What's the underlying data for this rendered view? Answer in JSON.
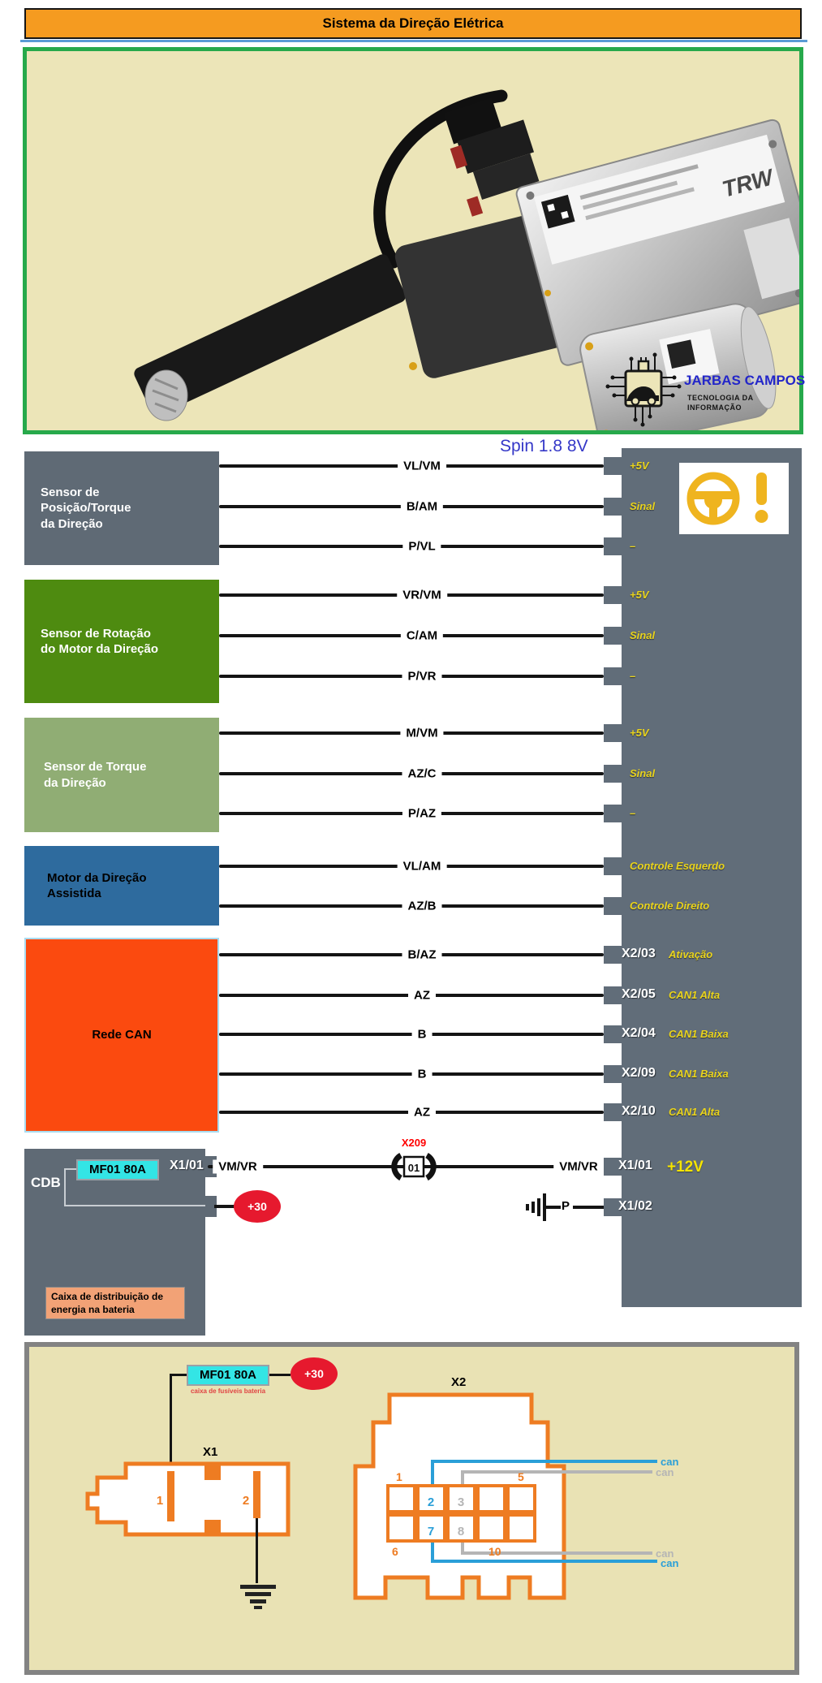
{
  "title": "Sistema da Direção Elétrica",
  "vehicle": "Spin 1.8 8V",
  "logo": {
    "name": "JARBAS CAMPOS",
    "line1": "TECNOLOGIA DA",
    "line2": "INFORMAÇÃO"
  },
  "photo": {
    "brand": "TRW"
  },
  "colors": {
    "title_bar": "#f59b20",
    "panel_slate": "#616d79",
    "sensor1_box": "#5f6a75",
    "sensor2_box": "#4e8b10",
    "sensor3_box": "#90ad74",
    "motor_box": "#2e6b9e",
    "can_box": "#fb4a0f",
    "can_box_border": "#a9dcf0",
    "fuse_cyan": "#33e5e5",
    "supply_red": "#e6192e",
    "label_yellow": "#ead41c",
    "connector_orange": "#ee7c22",
    "can_blue": "#2a9fd8",
    "can_gray": "#b5b5b5",
    "photo_bg": "#ece5b8",
    "photo_border": "#27a94b"
  },
  "sections": [
    {
      "lines": [
        "Sensor de",
        "Posição/Torque",
        "da Direção"
      ],
      "rows": [
        {
          "wire": "VL/VM",
          "func": "+5V"
        },
        {
          "wire": "B/AM",
          "func": "Sinal"
        },
        {
          "wire": "P/VL",
          "func": "–"
        }
      ]
    },
    {
      "lines": [
        "Sensor de Rotação",
        "do Motor da Direção"
      ],
      "rows": [
        {
          "wire": "VR/VM",
          "func": "+5V"
        },
        {
          "wire": "C/AM",
          "func": "Sinal"
        },
        {
          "wire": "P/VR",
          "func": "–"
        }
      ]
    },
    {
      "lines": [
        "Sensor de Torque",
        "da Direção"
      ],
      "rows": [
        {
          "wire": "M/VM",
          "func": "+5V"
        },
        {
          "wire": "AZ/C",
          "func": "Sinal"
        },
        {
          "wire": "P/AZ",
          "func": "–"
        }
      ]
    },
    {
      "lines": [
        "Motor da Direção",
        "Assistida"
      ],
      "rows": [
        {
          "wire": "VL/AM",
          "func": "Controle Esquerdo"
        },
        {
          "wire": "AZ/B",
          "func": "Controle Direito"
        }
      ]
    },
    {
      "lines": [
        "Rede CAN"
      ],
      "rows": [
        {
          "wire": "B/AZ",
          "pin": "X2/03",
          "func": "Ativação"
        },
        {
          "wire": "AZ",
          "pin": "X2/05",
          "func": "CAN1 Alta"
        },
        {
          "wire": "B",
          "pin": "X2/04",
          "func": "CAN1 Baixa"
        },
        {
          "wire": "B",
          "pin": "X2/09",
          "func": "CAN1 Baixa"
        },
        {
          "wire": "AZ",
          "pin": "X2/10",
          "func": "CAN1 Alta"
        }
      ]
    }
  ],
  "cdb": {
    "label": "CDB",
    "fuse": "MF01 80A",
    "pin_out": "X1/01",
    "wire": "VM/VR",
    "inline_connector": "X209",
    "inline_pin": "01",
    "wire_right": "VM/VR",
    "pin_in": "X1/01",
    "func": "+12V",
    "supply": "+30",
    "ground_label": "P",
    "ground_pin": "X1/02",
    "caption": [
      "Caixa de distribuição de",
      "energia na bateria"
    ]
  },
  "connector_view": {
    "fuse": "MF01 80A",
    "fuse_caption": "caixa de fusíveis bateria",
    "supply": "+30",
    "x1_label": "X1",
    "x1_pin_1": "1",
    "x1_pin_2": "2",
    "x2_label": "X2",
    "x2_pin_1": "1",
    "x2_pin_2": "2",
    "x2_pin_3": "3",
    "x2_pin_5": "5",
    "x2_pin_6": "6",
    "x2_pin_7": "7",
    "x2_pin_8": "8",
    "x2_pin_10": "10",
    "can_blue_top": "can",
    "can_gray_top": "can",
    "can_gray_bottom": "can",
    "can_blue_bottom": "can"
  }
}
